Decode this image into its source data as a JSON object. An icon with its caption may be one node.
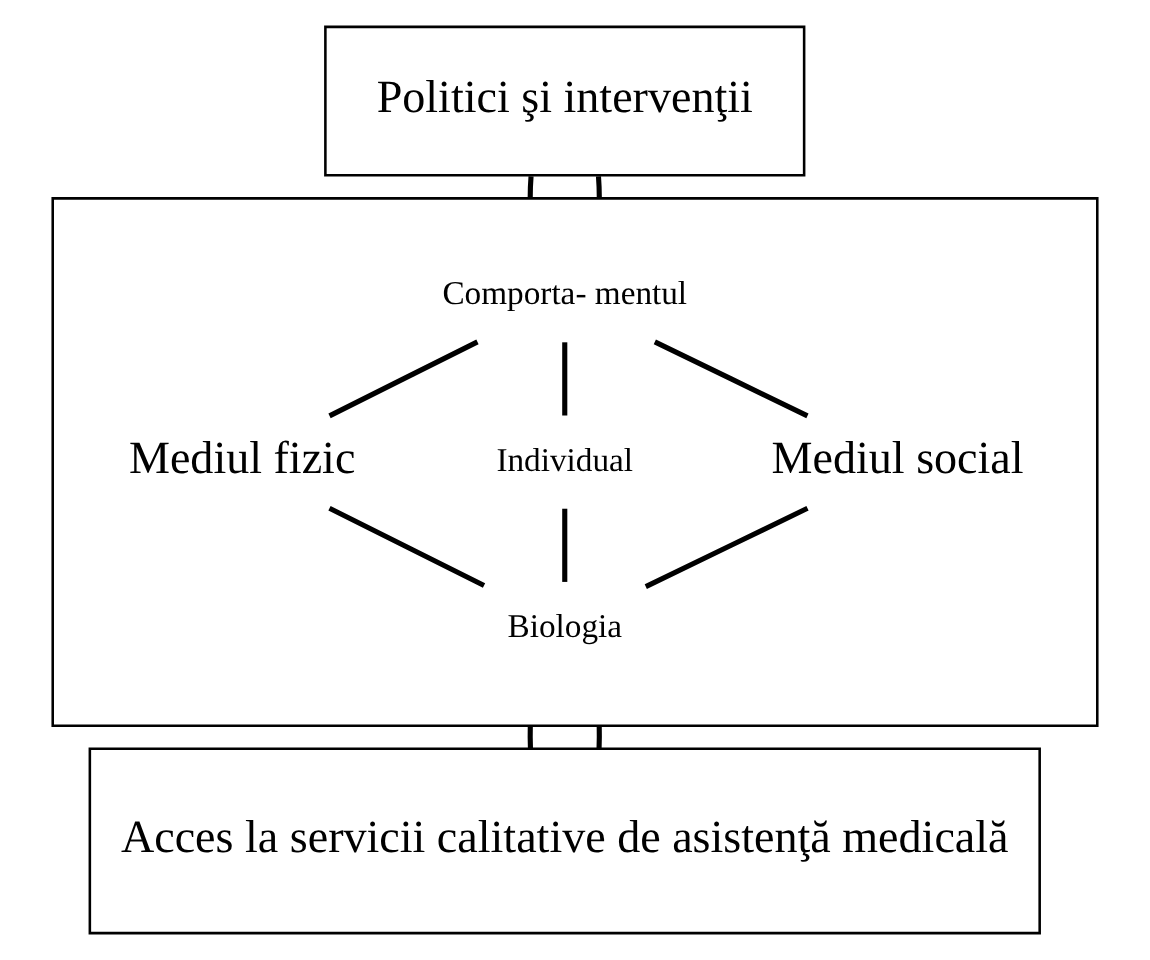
{
  "diagram": {
    "nodes": [
      {
        "text": [
          "Politici şi intervenţii"
        ]
      },
      {
        "text": [],
        "shape": "box"
      },
      {
        "text": [
          "Comporta- mentul"
        ],
        "in": 1
      },
      {
        "text": [
          "Mediul fizic"
        ],
        "in": 1
      },
      {
        "text": [
          "Individual"
        ],
        "in": 1
      },
      {
        "text": [
          "Mediul social"
        ],
        "in": 1
      },
      {
        "text": [
          "Biologia"
        ],
        "in": 1
      },
      {
        "text": [
          "Acces la servicii calitative de asistenţă medicală"
        ]
      }
    ],
    "edges": [
      {
        "from": 0,
        "to": 1,
        "arrow": "none"
      },
      {
        "from": 0,
        "to": 1,
        "arrow": "none"
      },
      {
        "from": 2,
        "to": 3,
        "arrow": "none"
      },
      {
        "from": 3,
        "to": 6,
        "arrow": "none"
      },
      {
        "from": 2,
        "to": 4,
        "arrow": "none"
      },
      {
        "from": 4,
        "to": 6,
        "arrow": "none"
      },
      {
        "from": 2,
        "to": 5,
        "arrow": "none"
      },
      {
        "from": 5,
        "to": 6,
        "arrow": "none"
      },
      {
        "from": 1,
        "to": 7,
        "arrow": "none"
      },
      {
        "from": 1,
        "to": 7,
        "arrow": "none"
      }
    ]
  }
}
